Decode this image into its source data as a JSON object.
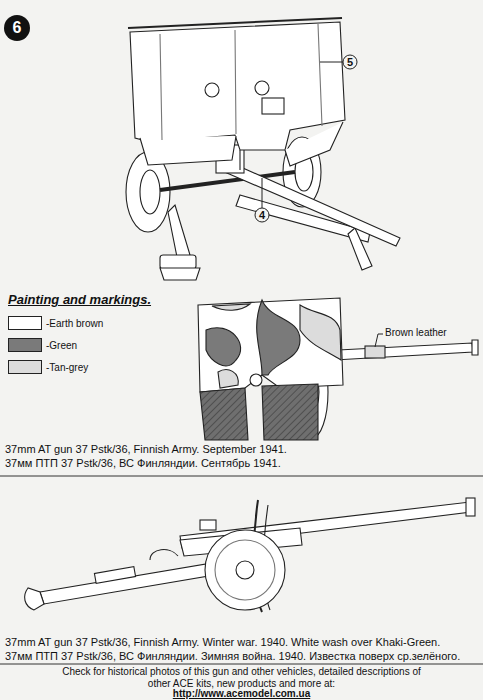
{
  "diagram": {
    "title": "Painting and markings.",
    "labels": [
      "6",
      "5",
      "4",
      "Brown leather",
      "37mm AT gun 37 Pstk/36, Finnish Army. September 1941.",
      "37мм ПТП 37 Pstk/36, ВС Финляндии. Сентябрь 1941.",
      "37mm AT gun 37 Pstk/36, Finnish Army. Winter war. 1940. White wash over Khaki-Green.",
      "37мм ПТП 37 Pstk/36, ВС Финляндии. Зимняя война. 1940. Известка поверх ср.зелёного.",
      "Check for historical photos of this gun and other vehicles, detailed descriptions of other ACE kits, new products and more at:",
      "http://www.acemodel.com.ua"
    ],
    "legend": [
      {
        "text": "-Earth brown",
        "color": "#ffffff"
      },
      {
        "text": "-Green",
        "color": "#7a7a7a"
      },
      {
        "text": "-Tan-grey",
        "color": "#dcdcdc"
      }
    ]
  }
}
